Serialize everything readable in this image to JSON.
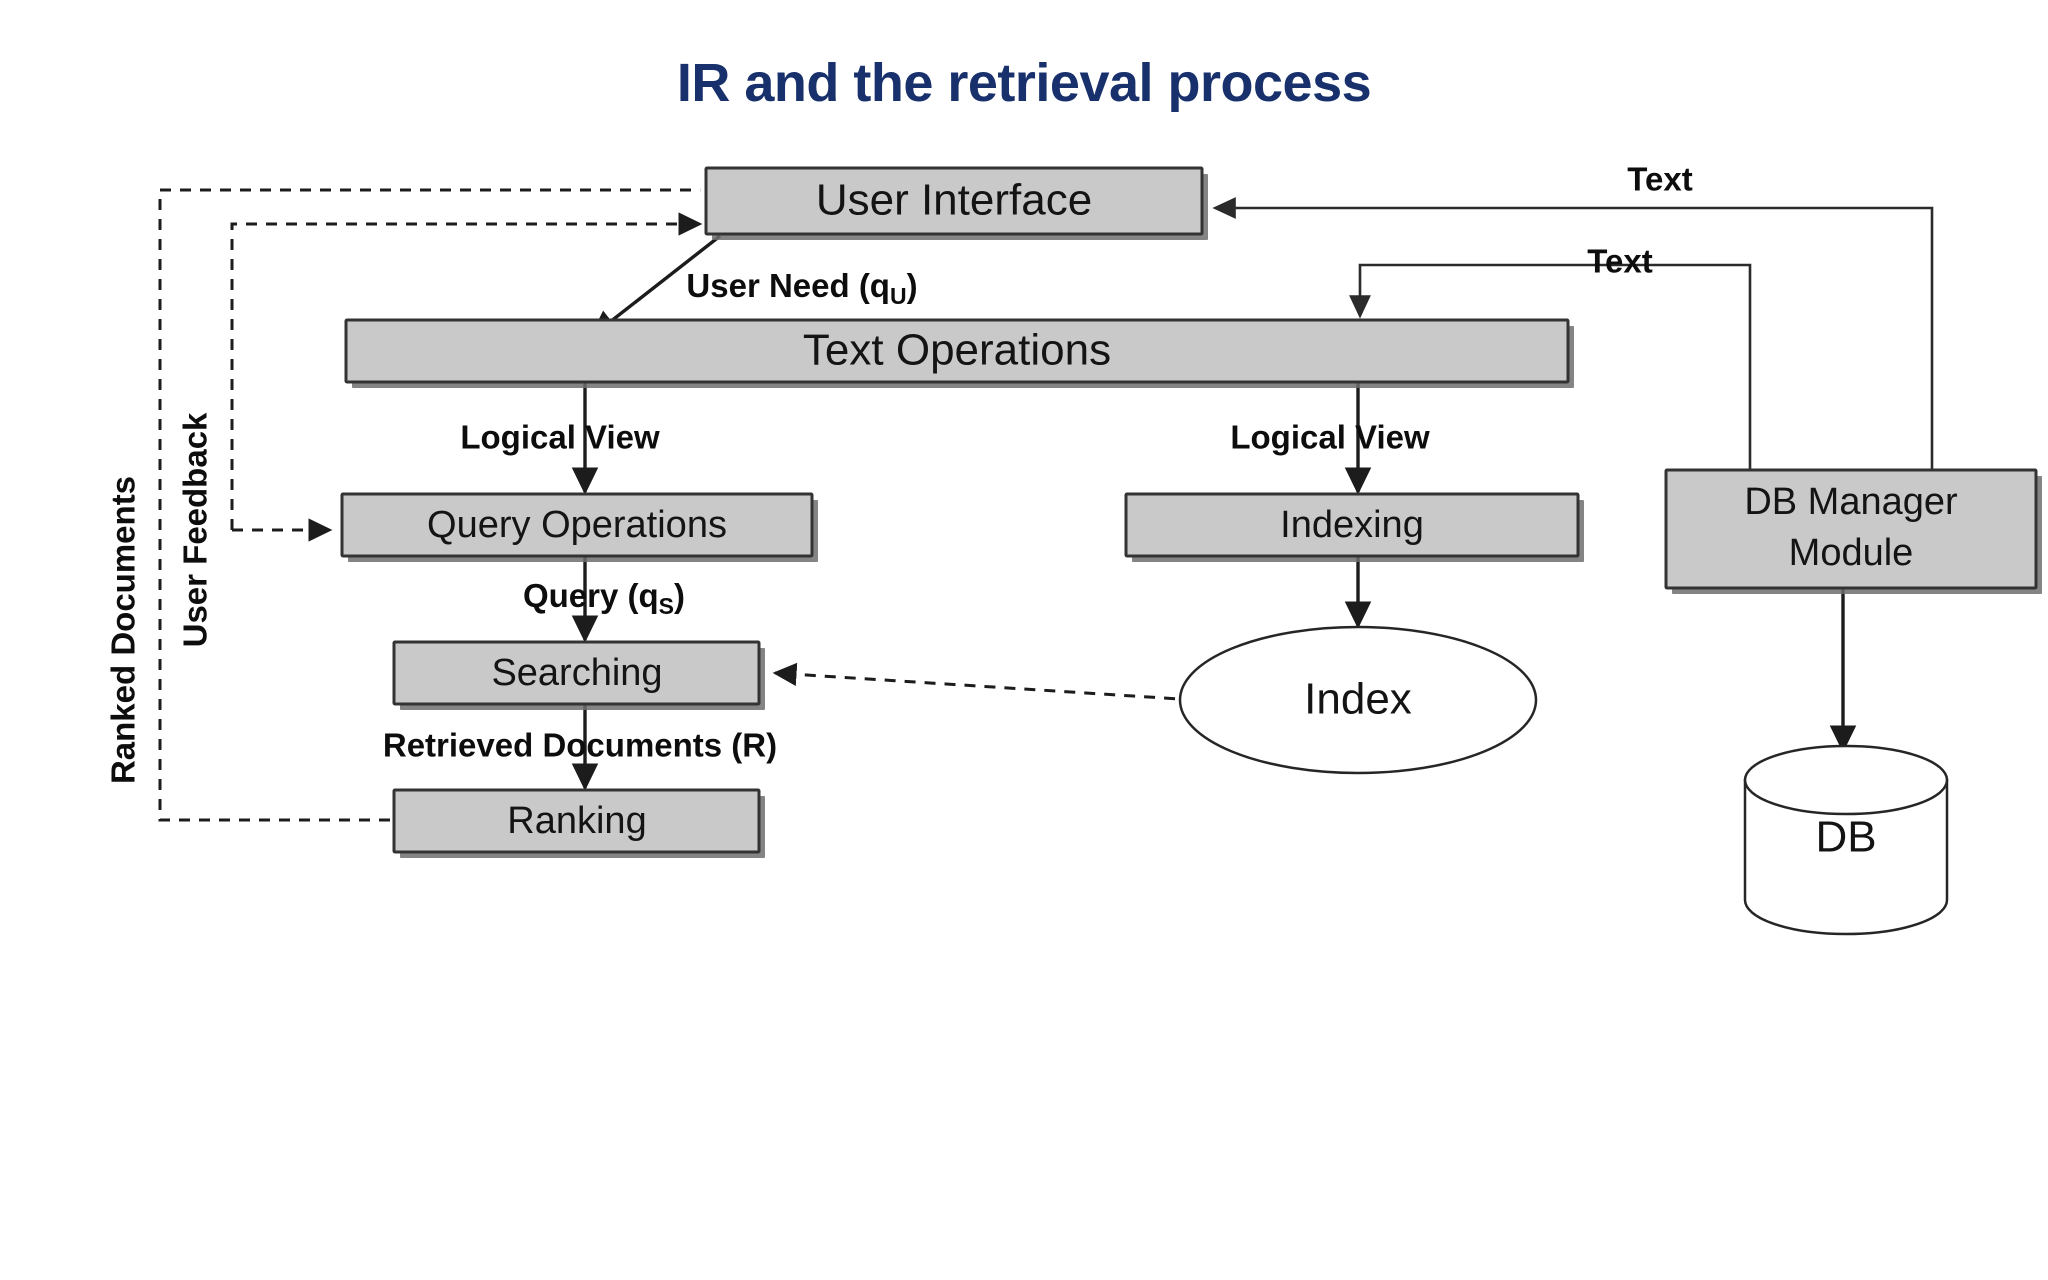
{
  "slide": {
    "title": "IR and the retrieval process",
    "title_color": "#18306b",
    "background_color": "#ffffff"
  },
  "diagram": {
    "type": "flowchart",
    "node_fill_color": "#c9c9c9",
    "node_stroke_color": "#333333",
    "nodes": [
      {
        "id": "user-interface",
        "label": "User Interface",
        "shape": "box"
      },
      {
        "id": "text-operations",
        "label": "Text Operations",
        "shape": "box"
      },
      {
        "id": "query-operations",
        "label": "Query Operations",
        "shape": "box"
      },
      {
        "id": "searching",
        "label": "Searching",
        "shape": "box"
      },
      {
        "id": "ranking",
        "label": "Ranking",
        "shape": "box"
      },
      {
        "id": "indexing",
        "label": "Indexing",
        "shape": "box"
      },
      {
        "id": "index",
        "label": "Index",
        "shape": "ellipse"
      },
      {
        "id": "db-manager",
        "label_line1": "DB Manager",
        "label_line2": "Module",
        "shape": "box"
      },
      {
        "id": "db",
        "label": "DB",
        "shape": "cylinder"
      }
    ],
    "edge_labels": {
      "user_need": "User Need (q",
      "user_need_sub": "U",
      "user_need_close": ")",
      "logical_view_left": "Logical View",
      "logical_view_right": "Logical View",
      "query": "Query (q",
      "query_sub": "S",
      "query_close": ")",
      "retrieved_documents": "Retrieved Documents (R)",
      "text_top": "Text",
      "text_middle": "Text",
      "user_feedback": "User Feedback",
      "ranked_documents": "Ranked Documents"
    }
  }
}
